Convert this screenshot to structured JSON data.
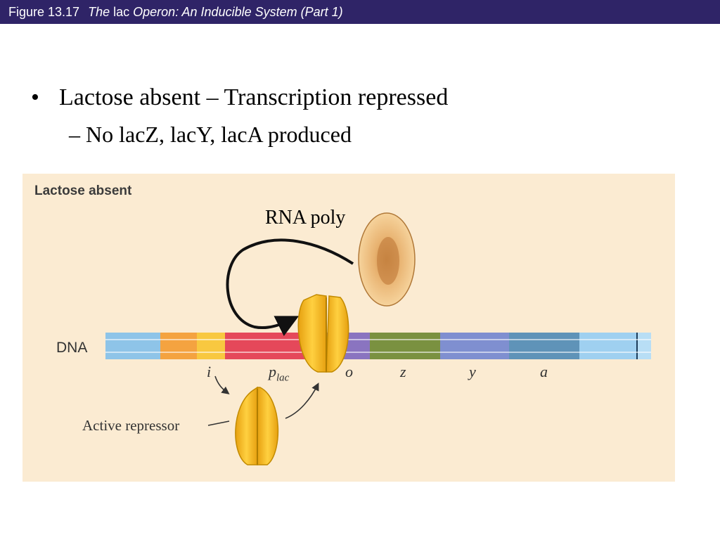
{
  "header": {
    "figure_number": "Figure 13.17",
    "title_part1": "The",
    "title_lac": "lac",
    "title_part2": "Operon: An Inducible System (Part 1)"
  },
  "bullets": {
    "main_mark": "•",
    "main": "Lactose absent – Transcription repressed",
    "sub": "– No lacZ, lacY, lacA produced"
  },
  "figure": {
    "heading": "Lactose absent",
    "rna_polymerase_label": "RNA poly",
    "dna_label": "DNA",
    "genes": {
      "i": "i",
      "p": "p",
      "p_sub": "lac",
      "o": "o",
      "z": "z",
      "y": "y",
      "a": "a"
    },
    "repressor_label": "Active repressor",
    "colors": {
      "background": "#fbebd2",
      "dna_blue": "#8ec4e8",
      "i_orange": "#f4a340",
      "i_yellow": "#f8c840",
      "promoter_red": "#e5485a",
      "operator_purple": "#8a74c0",
      "gene_z": "#7a9140",
      "gene_y": "#7f8fd0",
      "gene_a": "#5f93b8",
      "repressor": "#f1b820",
      "rna_polymerase": "#f4cc8c"
    }
  }
}
